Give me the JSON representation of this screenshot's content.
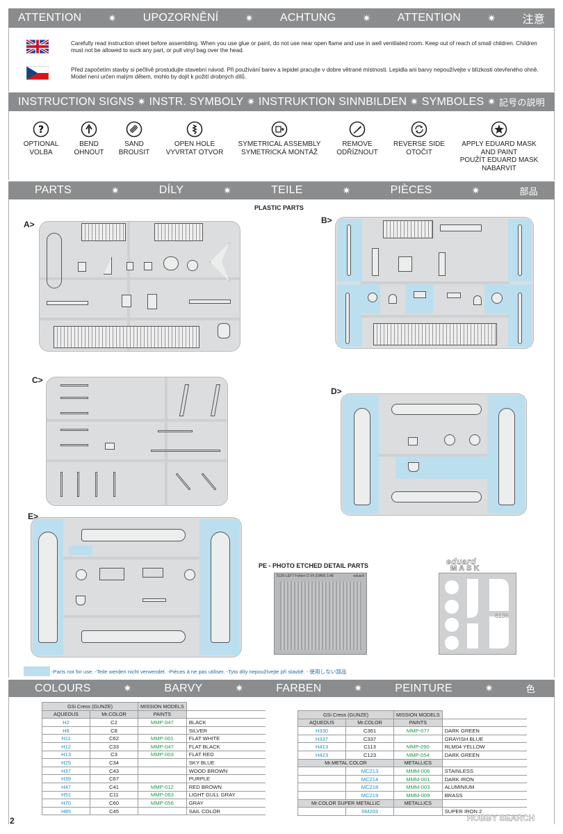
{
  "attention_band": [
    "ATTENTION",
    "UPOZORNĚNÍ",
    "ACHTUNG",
    "ATTENTION",
    "注意"
  ],
  "warnings": {
    "en": "Carefully read instruction sheet before assembling. When you use glue or paint, do not use near open flame and use in well ventilated room. Keep out of reach of small children. Children must not be allowed to suck any part, or pull vinyl bag over the head.",
    "cz": "Před započetím stavby si pečlivě prostudujte stavební návod. Při používání barev a lepidel pracujte v dobre větrané místnosti. Lepidla ani barvy nepoužívejte v blízkosti otevřeného ohně. Model není určen malým dětem, mohlo by dojít k požití drobných dílů."
  },
  "instruction_band": [
    "INSTRUCTION SIGNS",
    "INSTR. SYMBOLY",
    "INSTRUKTION SINNBILDEN",
    "SYMBOLES",
    "記号の説明"
  ],
  "symbols": [
    {
      "icon": "question-icon",
      "line1": "OPTIONAL",
      "line2": "VOLBA"
    },
    {
      "icon": "bend-icon",
      "line1": "BEND",
      "line2": "OHNOUT"
    },
    {
      "icon": "sand-icon",
      "line1": "SAND",
      "line2": "BROUSIT"
    },
    {
      "icon": "drill-icon",
      "line1": "OPEN HOLE",
      "line2": "VYVRTAT OTVOR"
    },
    {
      "icon": "symmetric-icon",
      "line1": "SYMETRICAL ASSEMBLY",
      "line2": "SYMETRICKÁ MONTÁŽ"
    },
    {
      "icon": "knife-icon",
      "line1": "REMOVE",
      "line2": "ODŘÍZNOUT"
    },
    {
      "icon": "rotate-icon",
      "line1": "REVERSE SIDE",
      "line2": "OTOČIT"
    },
    {
      "icon": "mask-star-icon",
      "line1": "APPLY EDUARD MASK AND PAINT",
      "line2": "POUŽÍT EDUARD MASK NABARVIT"
    }
  ],
  "parts_band": [
    "PARTS",
    "DÍLY",
    "TEILE",
    "PIÈCES",
    "部品"
  ],
  "plastic_parts_title": "PLASTIC PARTS",
  "sprue_labels": [
    "A>",
    "B>",
    "C>",
    "D>",
    "E>"
  ],
  "pe_title": "PE - PHOTO ETCHED DETAIL PARTS",
  "pe_fret_text": "8136-LEFT Fokker D.VII (OAW) 1:48",
  "pe_fret_brand": "eduard",
  "mask_brand": "eduard",
  "mask_word": "MASK",
  "mask_number": "8136",
  "not_for_use": "-Parts not for use. -Teile werden nicht verwendet. -Pièces à ne pas utiliser. -Tyto díly nepoužívejte při stavbě. -  使用しない部品",
  "colours_band": [
    "COLOURS",
    "BARVY",
    "FARBEN",
    "PEINTURE",
    "色"
  ],
  "table_left": {
    "group": "GSi Creos (GUNZE)",
    "mission": "MISSION MODELS",
    "col_aq": "AQUEOUS",
    "col_mr": "Mr.COLOR",
    "col_paints": "PAINTS",
    "rows": [
      {
        "aq": "H2",
        "mr": "C2",
        "mmp": "MMP-047",
        "name": "BLACK"
      },
      {
        "aq": "H8",
        "mr": "C8",
        "mmp": "",
        "name": "SILVER"
      },
      {
        "aq": "H11",
        "mr": "C62",
        "mmp": "MMP-001",
        "name": "FLAT WHITE"
      },
      {
        "aq": "H12",
        "mr": "C33",
        "mmp": "MMP-047",
        "name": "FLAT BLACK"
      },
      {
        "aq": "H13",
        "mr": "C3",
        "mmp": "MMP-003",
        "name": "FLAT RED"
      },
      {
        "aq": "H25",
        "mr": "C34",
        "mmp": "",
        "name": "SKY BLUE"
      },
      {
        "aq": "H37",
        "mr": "C43",
        "mmp": "",
        "name": "WOOD BROWN"
      },
      {
        "aq": "H39",
        "mr": "C67",
        "mmp": "",
        "name": "PURPLE"
      },
      {
        "aq": "H47",
        "mr": "C41",
        "mmp": "MMP-012",
        "name": "RED BROWN"
      },
      {
        "aq": "H51",
        "mr": "C11",
        "mmp": "MMP-063",
        "name": "LIGHT GULL GRAY"
      },
      {
        "aq": "H70",
        "mr": "C60",
        "mmp": "MMP-056",
        "name": "GRAY"
      },
      {
        "aq": "H85",
        "mr": "C45",
        "mmp": "",
        "name": "SAIL COLOR"
      }
    ]
  },
  "table_right": {
    "group": "GSi Creos (GUNZE)",
    "mission": "MISSION MODELS",
    "col_aq": "AQUEOUS",
    "col_mr": "Mr.COLOR",
    "col_paints": "PAINTS",
    "rows": [
      {
        "aq": "H330",
        "mr": "C361",
        "mmp": "MMP-077",
        "name": "DARK GREEN"
      },
      {
        "aq": "H337",
        "mr": "C337",
        "mmp": "",
        "name": "GRAYISH BLUE"
      },
      {
        "aq": "H413",
        "mr": "C113",
        "mmp": "MMP-090",
        "name": "RLM04 YELLOW"
      },
      {
        "aq": "H423",
        "mr": "C123",
        "mmp": "MMP-054",
        "name": "DARK GREEN"
      }
    ],
    "metal_header": "Mr.METAL COLOR",
    "metal_mission": "METALLICS",
    "metal_rows": [
      {
        "code": "MC213",
        "mmp": "MMM-006",
        "name": "STAINLESS"
      },
      {
        "code": "MC214",
        "mmp": "MMM-001",
        "name": "DARK IRON"
      },
      {
        "code": "MC218",
        "mmp": "MMM-003",
        "name": "ALUMINIUM"
      },
      {
        "code": "MC219",
        "mmp": "MMM-009",
        "name": "BRASS"
      }
    ],
    "super_header": "Mr.COLOR SUPER METALLIC",
    "super_mission": "METALLICS",
    "super_rows": [
      {
        "code": "SM203",
        "mmp": "",
        "name": "SUPER IRON 2"
      }
    ]
  },
  "page_number": "2",
  "watermark": "HOBBY SEARCH",
  "colors": {
    "band": "#8a8c8e",
    "sprue": "#dcdddf",
    "notused": "#bcdff0",
    "aqueous": "#1f8fc0",
    "mission": "#1a9a4a"
  }
}
